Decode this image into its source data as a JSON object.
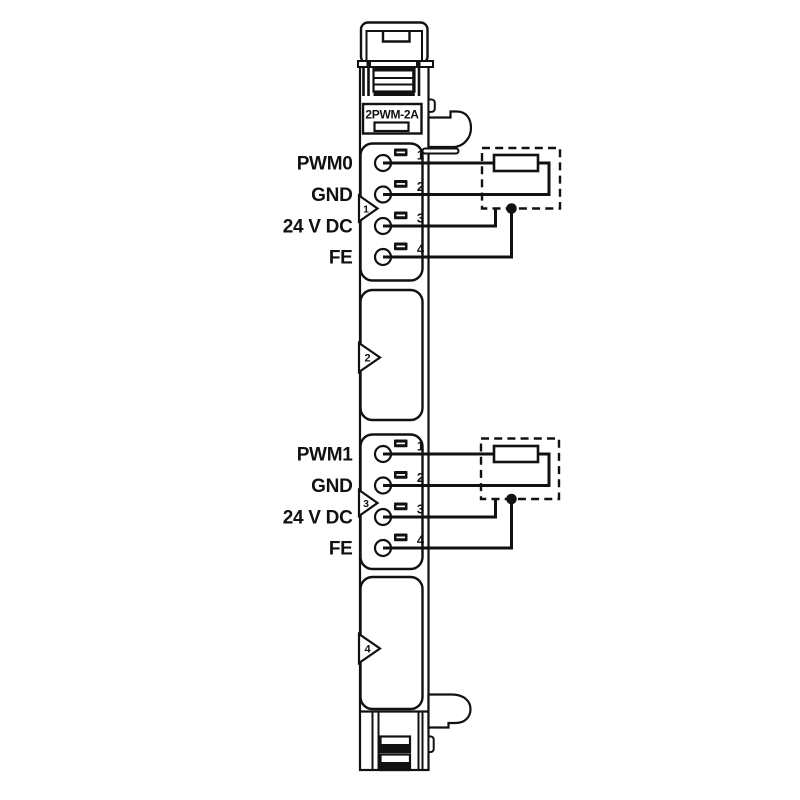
{
  "diagram": {
    "module_label": "2PWM-2A",
    "blocks": [
      {
        "marker": "1",
        "terminals": [
          {
            "pin": "1",
            "label": "PWM0"
          },
          {
            "pin": "2",
            "label": "GND"
          },
          {
            "pin": "3",
            "label": "24 V DC"
          },
          {
            "pin": "4",
            "label": "FE"
          }
        ]
      },
      {
        "marker": "3",
        "terminals": [
          {
            "pin": "1",
            "label": "PWM1"
          },
          {
            "pin": "2",
            "label": "GND"
          },
          {
            "pin": "3",
            "label": "24 V DC"
          },
          {
            "pin": "4",
            "label": "FE"
          }
        ]
      }
    ],
    "panel_markers": [
      "2",
      "4"
    ],
    "colors": {
      "line": "#111111",
      "background": "#ffffff"
    }
  }
}
